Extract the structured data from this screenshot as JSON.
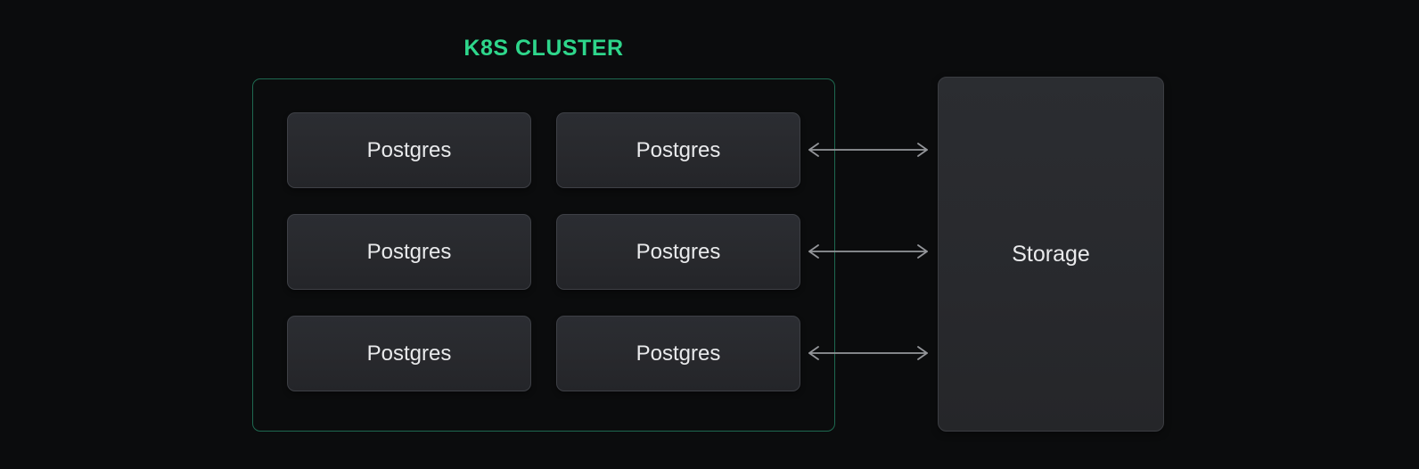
{
  "diagram": {
    "title": "K8S CLUSTER",
    "cluster": {
      "nodes": [
        {
          "label": "Postgres"
        },
        {
          "label": "Postgres"
        },
        {
          "label": "Postgres"
        },
        {
          "label": "Postgres"
        },
        {
          "label": "Postgres"
        },
        {
          "label": "Postgres"
        }
      ]
    },
    "storage": {
      "label": "Storage"
    },
    "connections": {
      "count": 3,
      "type": "bidirectional",
      "description": "double-headed arrows linking right column Postgres nodes to Storage"
    },
    "colors": {
      "background": "#0b0c0d",
      "title_green": "#2ed68b",
      "cluster_border_green": "#1e6950",
      "node_background": "#28292d",
      "node_border": "#3e4046",
      "label_text": "#e9eaec",
      "arrow_gray": "#94969a"
    }
  }
}
